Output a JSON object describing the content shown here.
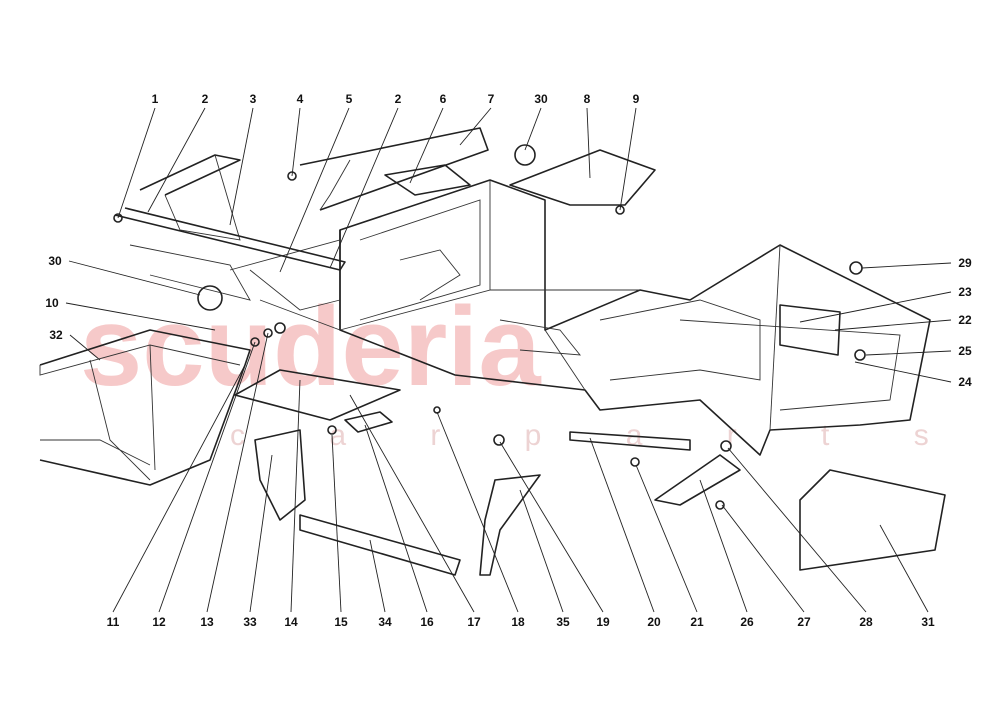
{
  "watermark": {
    "brand": "scuderia",
    "sub": "c a r p a r t s"
  },
  "callouts": {
    "top": [
      "1",
      "2",
      "3",
      "4",
      "5",
      "2",
      "6",
      "7",
      "30",
      "8",
      "9"
    ],
    "left": [
      "30",
      "10",
      "32"
    ],
    "right": [
      "29",
      "23",
      "22",
      "25",
      "24"
    ],
    "bottom": [
      "11",
      "12",
      "13",
      "33",
      "14",
      "15",
      "34",
      "16",
      "17",
      "18",
      "35",
      "19",
      "20",
      "21",
      "26",
      "27",
      "28",
      "31"
    ]
  }
}
